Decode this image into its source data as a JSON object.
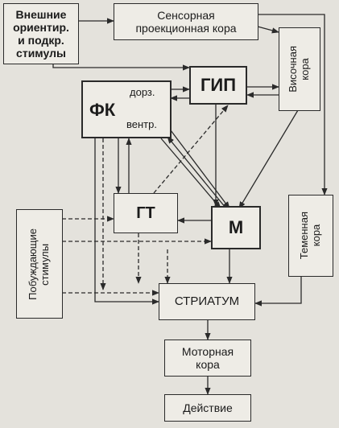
{
  "nodes": {
    "external": "Внешние\nориентир.\nи подкр.\nстимулы",
    "sensory": "Сенсорная\nпроекционная кора",
    "temporal": "Височная\nкора",
    "gip": "ГИП",
    "fk": "ФК",
    "fk_dorsal": "дорз.",
    "fk_ventral": "вентр.",
    "gt": "ГТ",
    "m": "М",
    "motivating": "Побуждающие\nстимулы",
    "parietal": "Теменная\nкора",
    "striatum": "СТРИАТУМ",
    "motor": "Моторная\nкора",
    "action": "Действие"
  },
  "colors": {
    "line": "#2a2a2a",
    "box_fill": "#eeece6",
    "background": "#e4e2dc"
  }
}
